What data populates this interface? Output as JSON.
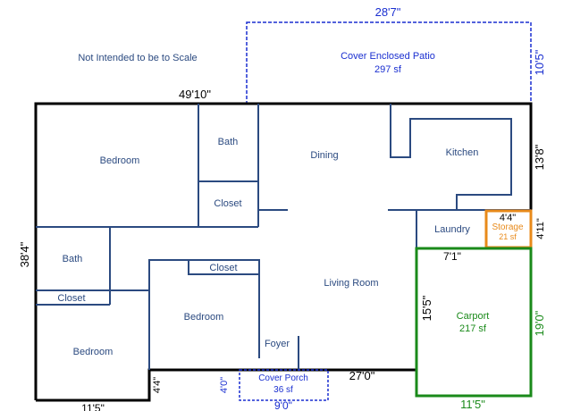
{
  "note": "Not Intended to be to Scale",
  "colors": {
    "outer_wall": "#000000",
    "inner_wall": "#2b4a80",
    "room_label": "#2b4a80",
    "patio": "#1a2fd0",
    "carport": "#1a8a1a",
    "storage": "#e88a1a",
    "porch": "#1a2fd0"
  },
  "rooms": {
    "bedroom_top": "Bedroom",
    "bath_top": "Bath",
    "closet_top": "Closet",
    "dining": "Dining",
    "kitchen": "Kitchen",
    "laundry": "Laundry",
    "storage": "Storage",
    "storage_area": "21 sf",
    "bath_left": "Bath",
    "closet_left": "Closet",
    "closet_mid": "Closet",
    "living_room": "Living Room",
    "bedroom_mid": "Bedroom",
    "foyer": "Foyer",
    "bedroom_bottom": "Bedroom",
    "carport": "Carport",
    "carport_area": "217 sf",
    "patio": "Cover Enclosed Patio",
    "patio_area": "297 sf",
    "porch": "Cover Porch",
    "porch_area": "36 sf"
  },
  "dimensions": {
    "patio_width": "28'7\"",
    "patio_depth": "10'5\"",
    "house_width": "49'10\"",
    "house_left_depth": "38'4\"",
    "kitchen_depth": "13'8\"",
    "storage_width": "4'4\"",
    "storage_depth": "4'11\"",
    "carport_top": "7'1\"",
    "carport_inner": "15'5\"",
    "carport_outer": "19'0\"",
    "carport_width": "11'5\"",
    "bottom_mid": "27'0\"",
    "step_depth": "4'4\"",
    "porch_depth": "4'0\"",
    "porch_width": "9'0\"",
    "bottom_left": "11'5\""
  }
}
